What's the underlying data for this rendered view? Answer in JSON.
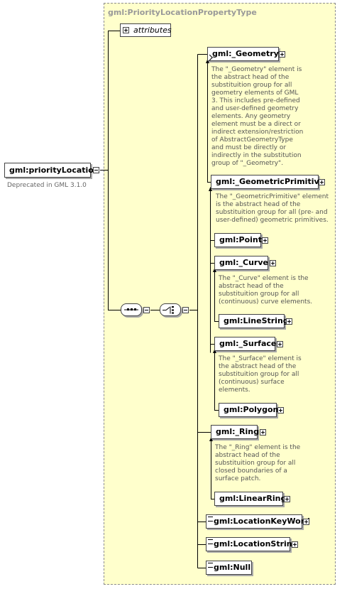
{
  "type_name": "gml:PriorityLocationPropertyType",
  "attributes_label": "attributes",
  "root": {
    "name": "gml:priorityLocation",
    "note": "Deprecated in GML 3.1.0"
  },
  "elements": {
    "geometry": {
      "name": "gml:_Geometry",
      "desc": [
        "The \"_Geometry\" element is",
        "the abstract head of the",
        "substituition group for all",
        "geometry elements of GML",
        "3. This includes pre-defined",
        "and user-defined geometry",
        "elements. Any geometry",
        "element must be a direct or",
        "indirect extension/restriction",
        "of AbstractGeometryType",
        "and must be directly or",
        "indirectly in the substitution",
        "group of \"_Geometry\"."
      ]
    },
    "geometric_primitive": {
      "name": "gml:_GeometricPrimitive",
      "desc": [
        "The \"_GeometricPrimitive\" element",
        "is the abstract head of the",
        "substituition group for all (pre- and",
        "user-defined) geometric primitives."
      ]
    },
    "point": {
      "name": "gml:Point"
    },
    "curve": {
      "name": "gml:_Curve",
      "desc": [
        "The \"_Curve\" element is the",
        "abstract head of the",
        "substituition group for all",
        "(continuous) curve elements."
      ]
    },
    "line_string": {
      "name": "gml:LineString"
    },
    "surface": {
      "name": "gml:_Surface",
      "desc": [
        "The \"_Surface\" element is",
        "the abstract head of the",
        "substituition group for all",
        "(continuous) surface",
        "elements."
      ]
    },
    "polygon": {
      "name": "gml:Polygon"
    },
    "ring": {
      "name": "gml:_Ring",
      "desc": [
        "The \"_Ring\" element is the",
        "abstract head of the",
        "substituition group for all",
        "closed boundaries of a",
        "surface patch."
      ]
    },
    "linear_ring": {
      "name": "gml:LinearRing"
    },
    "location_keyword": {
      "name": "gml:LocationKeyWord"
    },
    "location_string": {
      "name": "gml:LocationString"
    },
    "null": {
      "name": "gml:Null"
    }
  }
}
